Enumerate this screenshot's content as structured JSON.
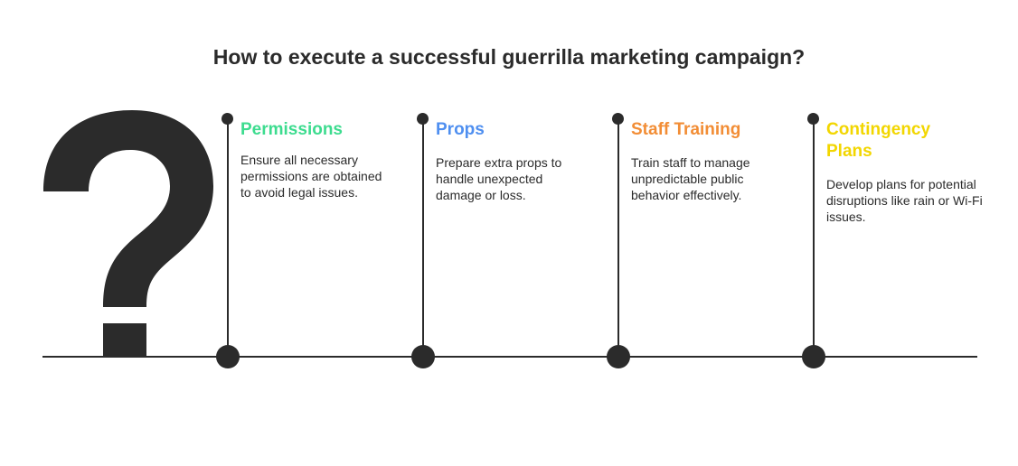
{
  "title": "How to execute a successful guerrilla marketing campaign?",
  "colors": {
    "permissions": "#3ddc8f",
    "props": "#4f8ff0",
    "staff_training": "#f28d35",
    "contingency": "#f2d600",
    "ink": "#2b2b2b"
  },
  "milestones": [
    {
      "title": "Permissions",
      "description": "Ensure all necessary permissions are obtained to avoid legal issues."
    },
    {
      "title": "Props",
      "description": "Prepare extra props to handle unexpected damage or loss."
    },
    {
      "title": "Staff Training",
      "description": "Train staff to manage unpredictable public behavior effectively."
    },
    {
      "title": "Contingency Plans",
      "description": "Develop plans for potential disruptions like rain or Wi-Fi issues."
    }
  ],
  "icons": {
    "hero": "question-mark-icon"
  }
}
